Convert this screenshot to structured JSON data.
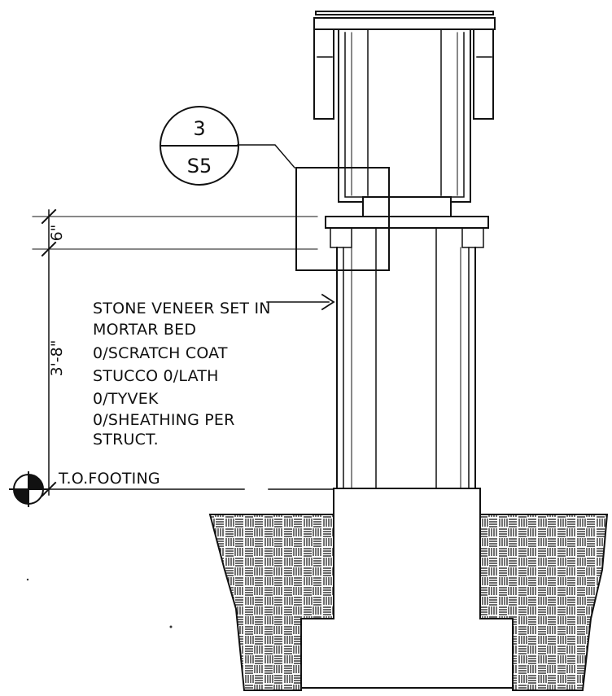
{
  "detail_tag": {
    "number": "3",
    "sheet": "S5"
  },
  "dimensions": {
    "upper": "6\"",
    "lower": "3'-8\""
  },
  "callout": {
    "lines": [
      "STONE VENEER SET IN",
      "MORTAR BED",
      "0/SCRATCH COAT",
      "STUCCO 0/LATH",
      "0/TYVEK",
      "0/SHEATHING PER",
      "STRUCT."
    ]
  },
  "elevation_marker": {
    "label": "T.O.FOOTING"
  },
  "colors": {
    "ink": "#111111",
    "paper": "#ffffff"
  }
}
